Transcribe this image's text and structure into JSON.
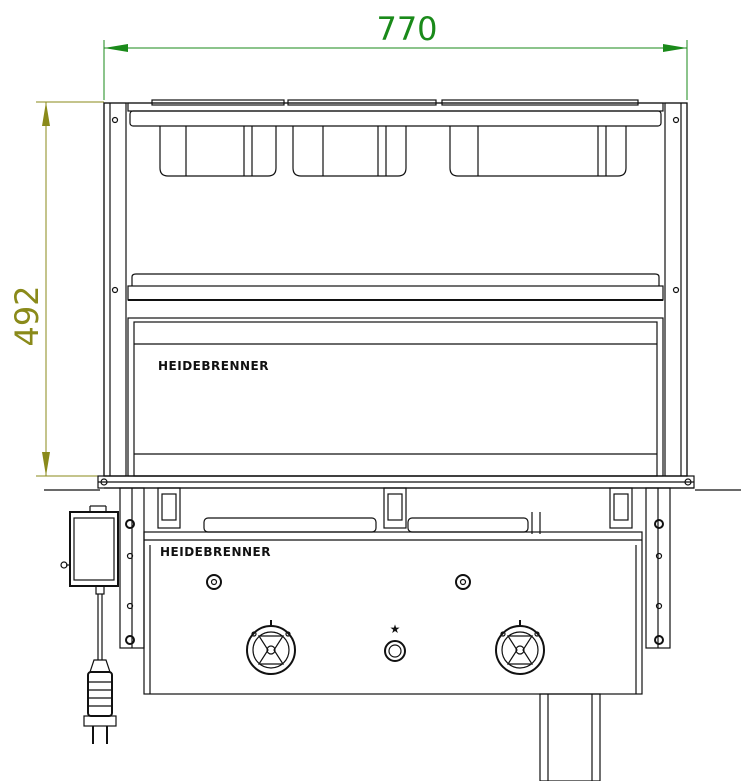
{
  "dimensions": {
    "width_label": "770",
    "height_label": "492",
    "width_color": "#1a8a1a",
    "height_color": "#8a8a1a"
  },
  "brand": {
    "upper_logo": "HEIDEBRENNER",
    "lower_logo": "HEIDEBRENNER"
  },
  "icons": {
    "left_knob": "knob-icon",
    "right_knob": "knob-icon",
    "indicator": "star-icon",
    "plug": "power-plug-icon"
  }
}
